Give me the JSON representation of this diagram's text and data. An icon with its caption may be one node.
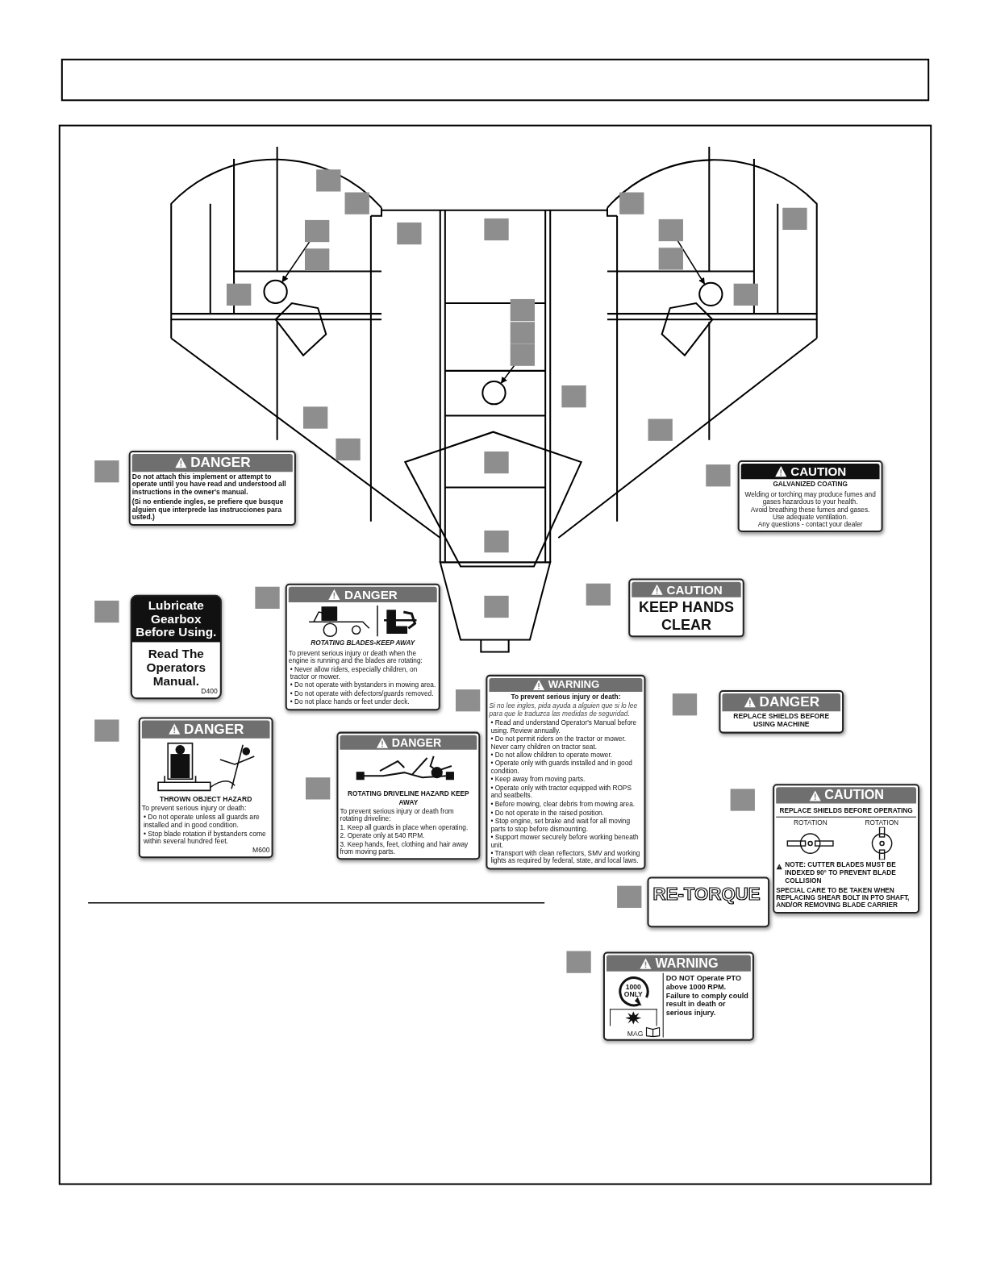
{
  "diagram": {
    "nodes": [
      {
        "text": [],
        "shape": "box"
      },
      {
        "text": [],
        "shape": "box"
      },
      {
        "text": [],
        "shape": "box"
      },
      {
        "text": [],
        "shape": "box"
      },
      {
        "text": [],
        "shape": "box"
      },
      {
        "text": [],
        "shape": "box"
      },
      {
        "text": [],
        "shape": "box"
      },
      {
        "text": [],
        "shape": "box"
      },
      {
        "text": [],
        "shape": "box"
      },
      {
        "text": [],
        "shape": "box"
      },
      {
        "text": [],
        "shape": "circle"
      },
      {
        "text": [],
        "shape": "box"
      },
      {
        "text": [],
        "shape": "circle"
      },
      {
        "text": [],
        "shape": "box"
      },
      {
        "text": [],
        "shape": "box"
      },
      {
        "text": [],
        "shape": "box"
      },
      {
        "text": [],
        "shape": "box"
      },
      {
        "text": [],
        "shape": "circle"
      },
      {
        "text": [],
        "shape": "box"
      },
      {
        "text": [],
        "shape": "box"
      },
      {
        "text": [],
        "shape": "box"
      },
      {
        "text": [],
        "shape": "box"
      },
      {
        "text": [],
        "shape": "box"
      },
      {
        "text": [],
        "shape": "box"
      },
      {
        "text": [
          "DANGER",
          "Do not attach this implement or attempt to operate until you have read and understood all instructions in the owner's manual.",
          "(Si no entiende ingles, se prefiere que busque alguien que interprede las instrucciones para usted.)"
        ]
      },
      {
        "text": [],
        "shape": "box"
      },
      {
        "text": [
          "CAUTION",
          "GALVANIZED COATING",
          "Welding or torching may produce fumes and gases hazardous to your health.",
          "Avoid breathing these fumes and gases.",
          "Use adequate ventilation.",
          "Any questions - contact your dealer"
        ]
      },
      {
        "text": [],
        "shape": "box"
      },
      {
        "text": [],
        "shape": "box"
      },
      {
        "text": [
          "Lubricate Gearbox Before Using.",
          "Read The Operators Manual.",
          "D400"
        ]
      },
      {
        "text": [],
        "shape": "box"
      },
      {
        "text": [
          "DANGER",
          "ROTATING BLADES-KEEP AWAY",
          "To prevent serious injury or death when the engine is running and the blades are rotating:",
          "• Never allow riders, especially children, on tractor or mower.",
          "• Do not operate with bystanders in mowing area.",
          "• Do not operate with defectors/guards removed.",
          "• Do not place hands or feet under deck."
        ]
      },
      {
        "text": [],
        "shape": "box"
      },
      {
        "text": [
          "CAUTION",
          "KEEP HANDS CLEAR"
        ]
      },
      {
        "text": [],
        "shape": "box"
      },
      {
        "text": [],
        "shape": "box"
      },
      {
        "text": [
          "WARNING",
          "To prevent serious injury or death:",
          "Si no lee ingles, pida ayuda a alguien que si lo lee para que le traduzca las medidas de seguridad.",
          "• Read and understand Operator's Manual before using. Review annually.",
          "• Do not permit riders on the tractor or mower. Never carry children on tractor seat.",
          "• Do not allow children to operate mower.",
          "• Operate only with guards installed and in good condition.",
          "• Keep away from moving parts.",
          "• Operate only with tractor equipped with ROPS and seatbelts.",
          "• Before mowing, clear debris from mowing area.",
          "• Do not operate in the raised position.",
          "• Stop engine, set brake and wait for all moving parts to stop before dismounting.",
          "• Support mower securely before working beneath unit.",
          "• Transport with clean reflectors, SMV and working lights as required by federal, state, and local laws."
        ]
      },
      {
        "text": [],
        "shape": "box"
      },
      {
        "text": [
          "DANGER",
          "REPLACE SHIELDS BEFORE USING MACHINE"
        ]
      },
      {
        "text": [],
        "shape": "box"
      },
      {
        "text": [
          "DANGER",
          "THROWN OBJECT HAZARD",
          "To prevent serious injury or death:",
          "• Do not operate unless all guards are installed and in good condition.",
          "• Stop blade rotation if bystanders come within several hundred feet.",
          "M600"
        ]
      },
      {
        "text": [],
        "shape": "box"
      },
      {
        "text": [
          "DANGER",
          "ROTATING DRIVELINE HAZARD KEEP AWAY",
          "To prevent serious injury or death from rotating driveline:",
          "1. Keep all guards in place when operating.",
          "2. Operate only at 540 RPM.",
          "3. Keep hands, feet, clothing and hair away from moving parts."
        ]
      },
      {
        "text": [],
        "shape": "box"
      },
      {
        "text": [
          "CAUTION",
          "REPLACE SHIELDS BEFORE OPERATING",
          "ROTATION",
          "ROTATION",
          "NOTE: CUTTER BLADES MUST BE INDEXED 90° TO PREVENT BLADE COLLISION",
          "SPECIAL CARE TO BE TAKEN WHEN REPLACING SHEAR BOLT IN PTO SHAFT, AND/OR REMOVING BLADE CARRIER"
        ]
      },
      {
        "text": [],
        "shape": "box"
      },
      {
        "text": [
          "RE-TORQUE"
        ]
      },
      {
        "text": [],
        "shape": "box"
      },
      {
        "text": [
          "WARNING",
          "1000 ONLY",
          "MAG",
          "DO NOT Operate PTO above 1000 RPM.",
          "Failure to comply could result in death or serious injury."
        ]
      }
    ],
    "edges": [
      {
        "from": 5,
        "to": 10,
        "arrow": "to"
      },
      {
        "from": 7,
        "to": 12,
        "arrow": "to"
      },
      {
        "from": 16,
        "to": 17,
        "arrow": "to"
      }
    ]
  }
}
